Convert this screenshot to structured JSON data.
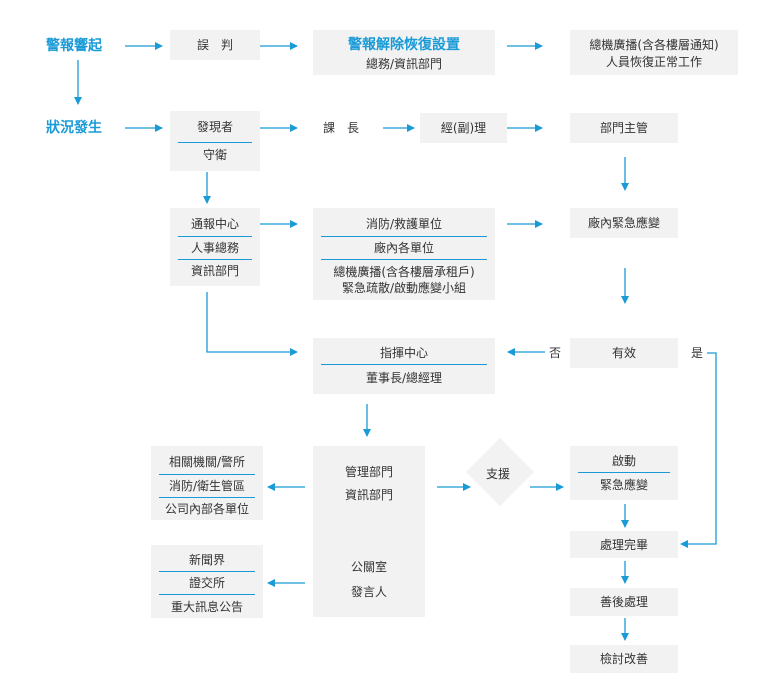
{
  "colors": {
    "accent": "#1a9bd7",
    "box": "#f2f2f2",
    "text": "#333333"
  },
  "start": {
    "alarm": "警報響起",
    "incident": "狀況發生"
  },
  "false_alarm": {
    "misjudge": "誤　判",
    "reset_title": "警報解除恢復設置",
    "reset_dept": "總務/資訊部門",
    "broadcast_1": "總機廣播(含各樓層通知)",
    "broadcast_2": "人員恢復正常工作"
  },
  "discoverer": {
    "finder": "發現者",
    "guard": "守衛"
  },
  "chain": {
    "section_chief": "課　長",
    "manager": "經(副)理",
    "dept_head": "部門主管",
    "plant_response": "廠內緊急應變"
  },
  "notify_center": {
    "title": "通報中心",
    "hr": "人事總務",
    "it": "資訊部門"
  },
  "units": {
    "fire": "消防/救護單位",
    "plant_units": "廠內各單位",
    "broadcast_1": "總機廣播(含各樓層承租戶)",
    "broadcast_2": "緊急疏散/啟動應變小組"
  },
  "decision": {
    "no": "否",
    "valid": "有效",
    "yes": "是"
  },
  "command": {
    "title": "指揮中心",
    "chair": "董事長/總經理"
  },
  "mgmt": {
    "mgmt_dept": "管理部門",
    "it_dept": "資訊部門",
    "pr": "公關室",
    "spokesperson": "發言人"
  },
  "support": "支援",
  "external": {
    "agencies": "相關機關/警所",
    "fire_health": "消防/衛生管區",
    "internal": "公司內部各單位"
  },
  "media": {
    "news": "新聞界",
    "exchange": "證交所",
    "announce": "重大訊息公告"
  },
  "activate": {
    "start": "啟動",
    "emergency": "緊急應變"
  },
  "steps": {
    "done": "處理完畢",
    "aftermath": "善後處理",
    "review": "檢討改善"
  }
}
